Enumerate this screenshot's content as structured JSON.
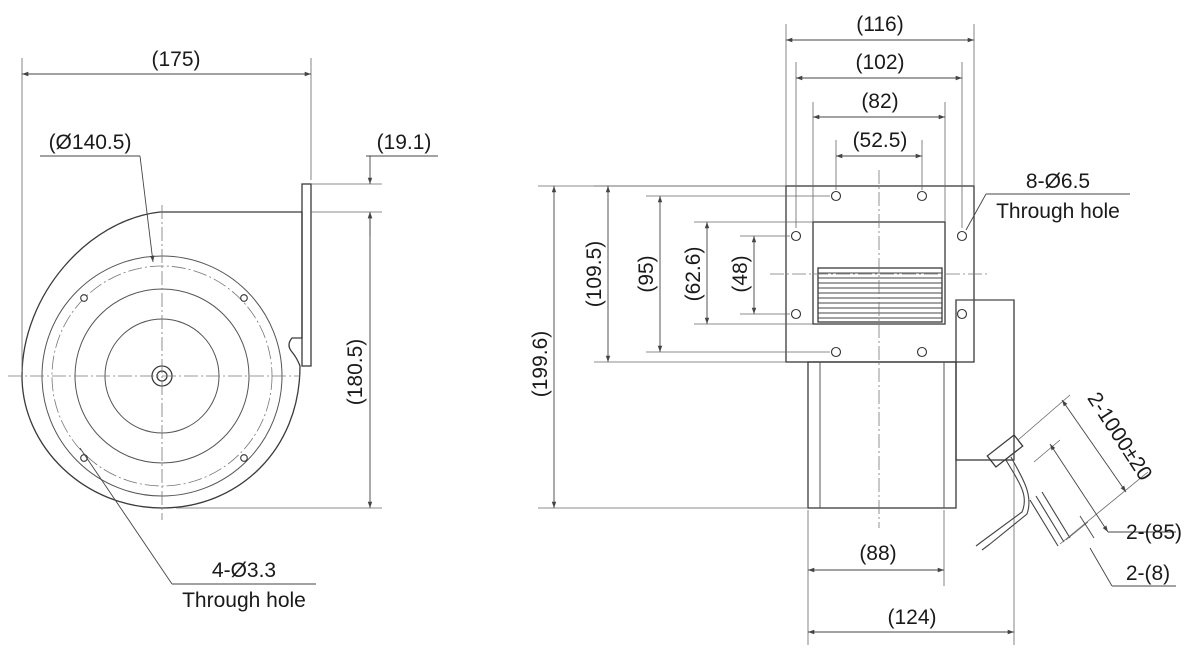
{
  "dimensions": {
    "side_overall_width": "(175)",
    "side_wheel_diameter": "(Ø140.5)",
    "side_flange_thickness": "(19.1)",
    "side_height": "(180.5)",
    "front_outer_width": "(116)",
    "front_width_102": "(102)",
    "front_width_82": "(82)",
    "front_width_52": "(52.5)",
    "front_total_height": "(199.6)",
    "front_height_109": "(109.5)",
    "front_height_95": "(95)",
    "front_height_62": "(62.6)",
    "front_height_48": "(48)",
    "front_motor_width": "(88)",
    "front_overall_width": "(124)",
    "lead_length": "2-1000±20",
    "strip_length": "2-(85)",
    "strip_end": "2-(8)"
  },
  "notes": {
    "side_holes_qty": "4-Ø3.3",
    "side_holes_type": "Through hole",
    "front_holes_qty": "8-Ø6.5",
    "front_holes_type": "Through hole"
  }
}
